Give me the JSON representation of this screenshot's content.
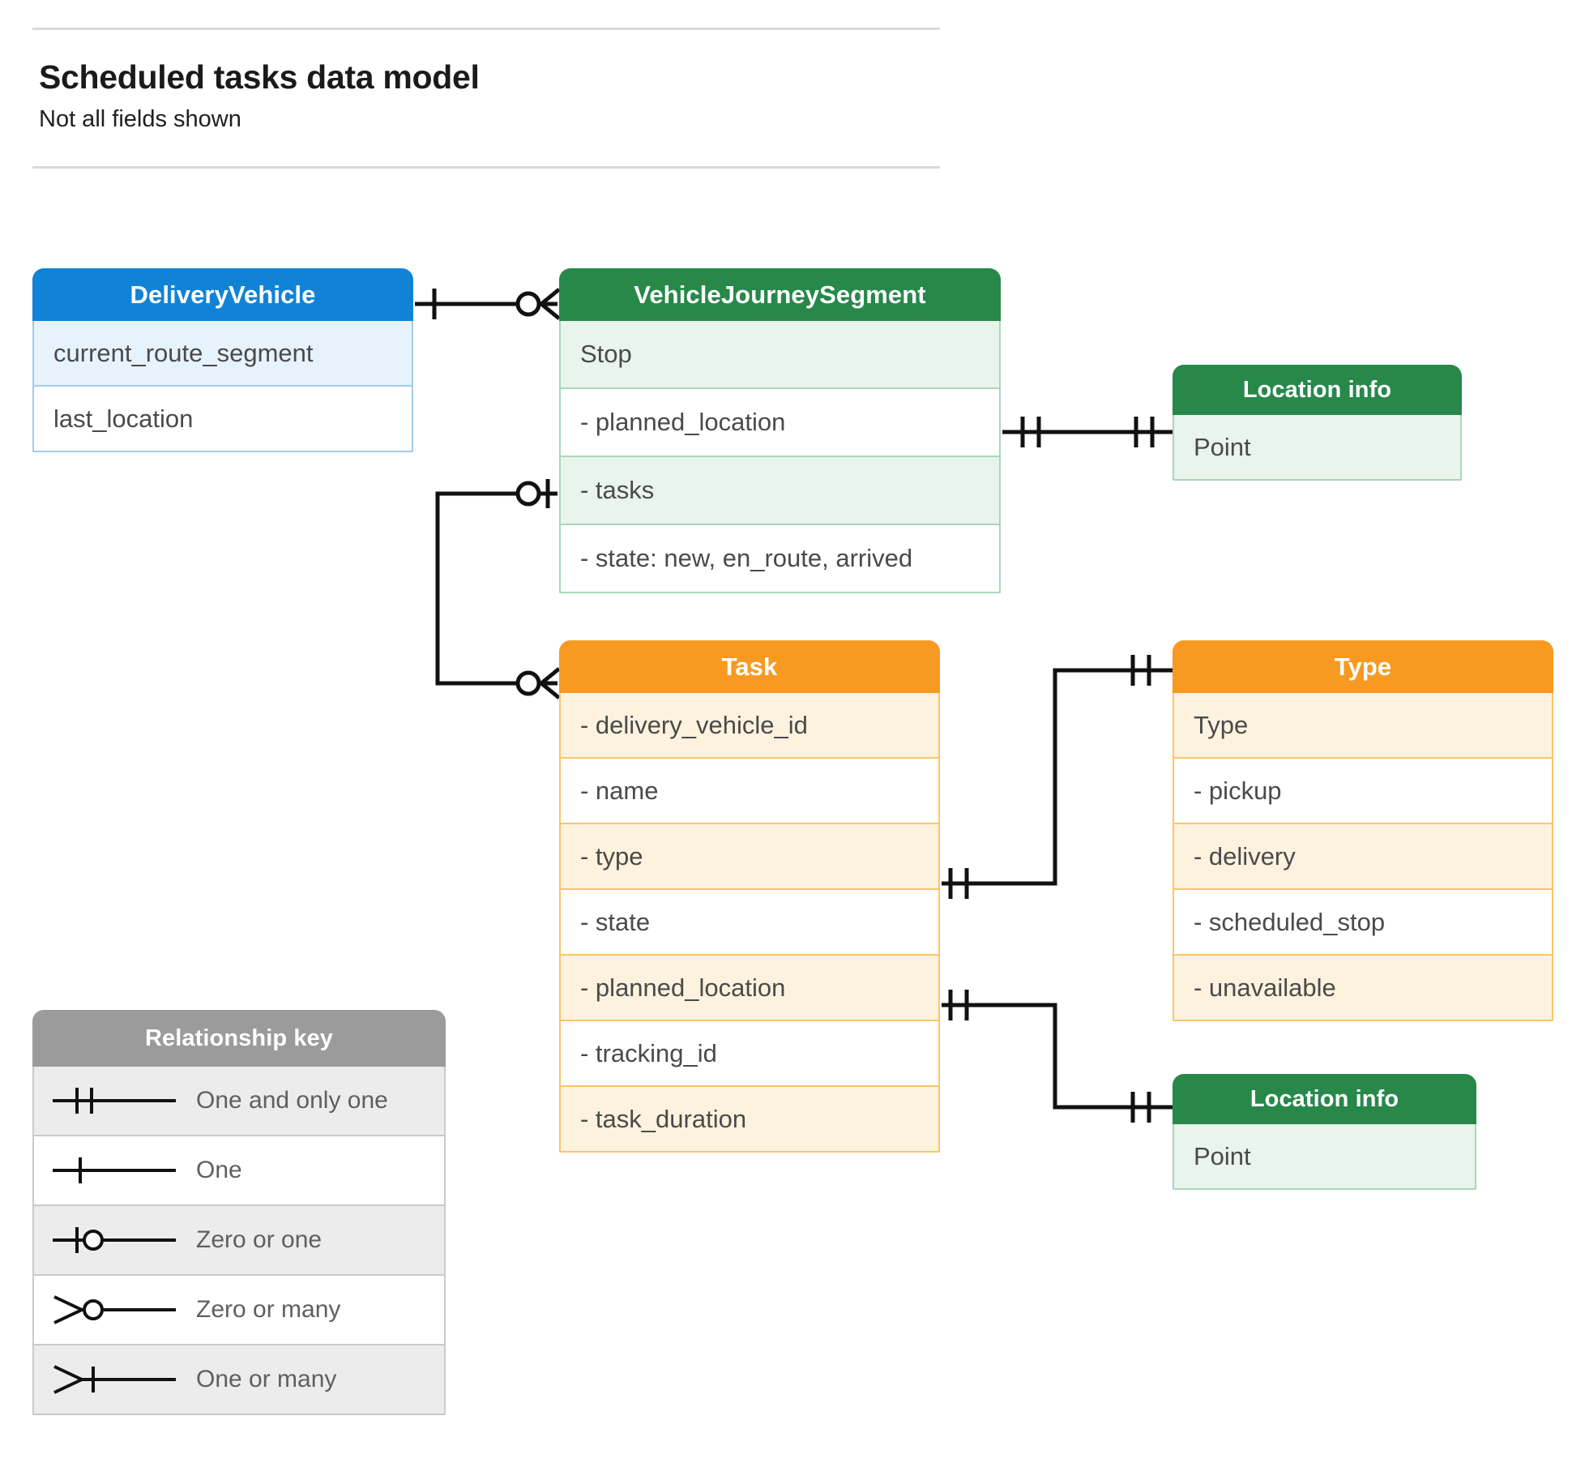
{
  "header": {
    "title": "Scheduled tasks data model",
    "subtitle": "Not all fields shown"
  },
  "entities": {
    "delivery_vehicle": {
      "title": "DeliveryVehicle",
      "color": "#1183d6",
      "rows": [
        "current_route_segment",
        "last_location"
      ]
    },
    "vehicle_journey_segment": {
      "title": "VehicleJourneySegment",
      "color": "#27884a",
      "rows": [
        "Stop",
        "-  planned_location",
        "- tasks",
        "- state: new, en_route, arrived"
      ]
    },
    "location_info_top": {
      "title": "Location info",
      "color": "#27884a",
      "rows": [
        "Point"
      ]
    },
    "task": {
      "title": "Task",
      "color": "#f89a21",
      "rows": [
        "- delivery_vehicle_id",
        "- name",
        "- type",
        "- state",
        "- planned_location",
        "- tracking_id",
        "- task_duration"
      ]
    },
    "type": {
      "title": "Type",
      "color": "#f89a21",
      "rows": [
        "Type",
        "-   pickup",
        "-   delivery",
        "-   scheduled_stop",
        "-   unavailable"
      ]
    },
    "location_info_bottom": {
      "title": "Location info",
      "color": "#27884a",
      "rows": [
        "Point"
      ]
    }
  },
  "legend": {
    "title": "Relationship key",
    "color": "#9b9b9b",
    "items": [
      {
        "symbol": "one-and-only-one",
        "label": "One and only one"
      },
      {
        "symbol": "one",
        "label": "One"
      },
      {
        "symbol": "zero-or-one",
        "label": "Zero or one"
      },
      {
        "symbol": "zero-or-many",
        "label": "Zero or many"
      },
      {
        "symbol": "one-or-many",
        "label": "One or many"
      }
    ]
  },
  "relationships": [
    {
      "from": "delivery_vehicle",
      "from_cardinality": "one",
      "to": "vehicle_journey_segment",
      "to_cardinality": "zero-or-many"
    },
    {
      "from": "vehicle_journey_segment.planned_location",
      "from_cardinality": "one-and-only-one",
      "to": "location_info_top",
      "to_cardinality": "one-and-only-one"
    },
    {
      "from": "vehicle_journey_segment.tasks",
      "from_cardinality": "zero-or-one",
      "to": "task",
      "to_cardinality": "zero-or-many"
    },
    {
      "from": "task.type",
      "from_cardinality": "one-and-only-one",
      "to": "type",
      "to_cardinality": "one-and-only-one"
    },
    {
      "from": "task.planned_location",
      "from_cardinality": "one-and-only-one",
      "to": "location_info_bottom",
      "to_cardinality": "one-and-only-one"
    }
  ]
}
